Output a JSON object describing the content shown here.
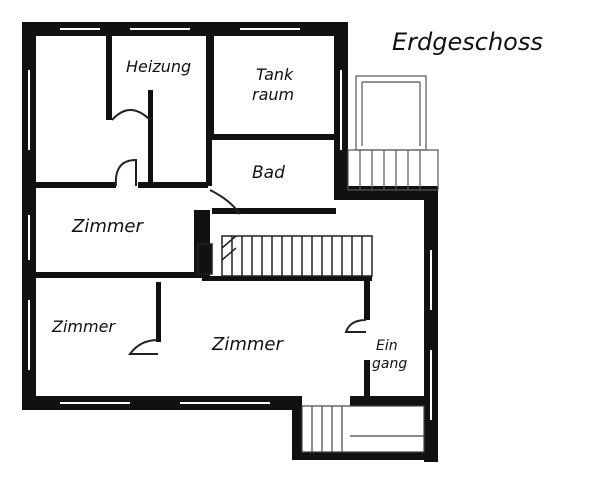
{
  "plan_title": "Erdgeschoss",
  "rooms": {
    "heizung": "Heizung",
    "tankraum_1": "Tank",
    "tankraum_2": "raum",
    "bad": "Bad",
    "zimmer_mid_left": "Zimmer",
    "zimmer_bottom_left": "Zimmer",
    "zimmer_bottom_center": "Zimmer",
    "eingang_1": "Ein",
    "eingang_2": "gang"
  },
  "colors": {
    "wall": "#111111",
    "line": "#222222",
    "paper": "#ffffff"
  }
}
